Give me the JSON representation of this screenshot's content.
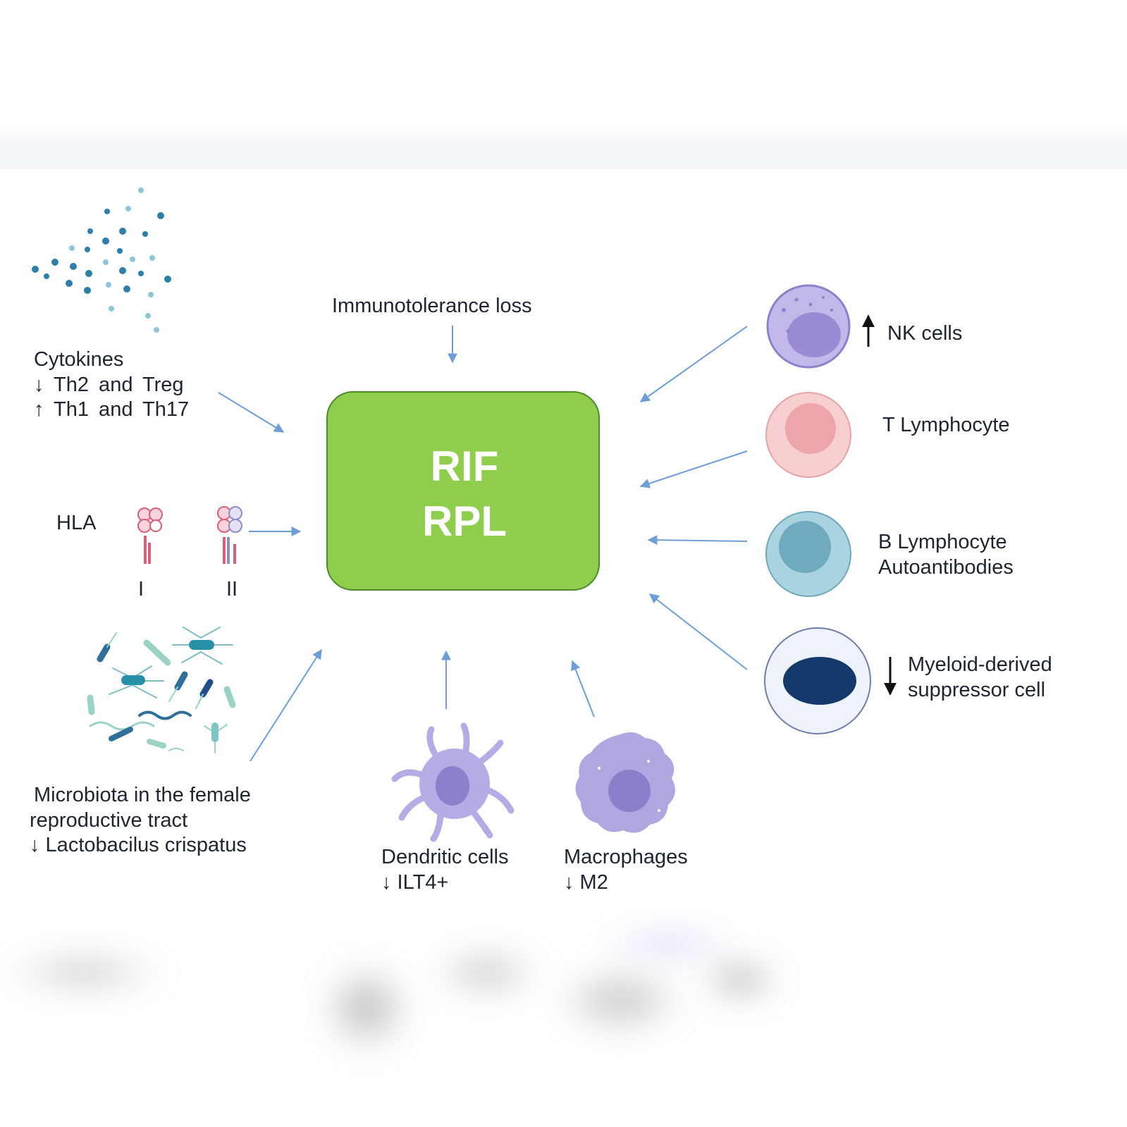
{
  "center": {
    "line1": "RIF",
    "line2": "RPL"
  },
  "top_label": "Immunotolerance loss",
  "cytokines": {
    "title": "Cytokines",
    "line2": "↓ Th2  and  Treg",
    "line3": "↑ Th1  and  Th17"
  },
  "hla": {
    "label": "HLA",
    "class1": "I",
    "class2": "II"
  },
  "microbiota": {
    "line1": "Microbiota in the female",
    "line2": "reproductive tract",
    "line3": "↓ Lactobacilus crispatus"
  },
  "dendritic": {
    "line1": "Dendritic cells",
    "line2": "↓ ILT4+"
  },
  "macrophages": {
    "line1": "Macrophages",
    "line2": "↓ M2"
  },
  "nk": {
    "label": "NK cells",
    "arrow": "up"
  },
  "t_lymphocyte": {
    "label": "T Lymphocyte"
  },
  "b_lymphocyte": {
    "line1": "B Lymphocyte",
    "line2": "Autoantibodies"
  },
  "myeloid": {
    "line1": "Myeloid-derived",
    "line2": "suppressor cell",
    "arrow": "down"
  },
  "colors": {
    "box_fill": "#8fce4c",
    "box_border": "#4c8a2e",
    "arrow": "#6f9ed6",
    "nk_cell": "#b7a8e0",
    "t_cell": "#f6c9cb",
    "b_cell": "#a8d6df",
    "mdsc_nucleus": "#143a6b",
    "dendritic": "#b5ace6",
    "macrophage": "#b0a6e0",
    "cytokine_dot": "#2c7fa8"
  },
  "icons": {
    "cytokine": "dots-cluster-icon",
    "hla_molecules": "hla-molecule-icon",
    "microbiota": "bacteria-icon",
    "dendritic": "dendritic-cell-icon",
    "macrophage": "macrophage-icon",
    "nk": "nk-cell-icon",
    "t_cell": "t-cell-icon",
    "b_cell": "b-cell-icon",
    "mdsc": "myeloid-cell-icon"
  }
}
